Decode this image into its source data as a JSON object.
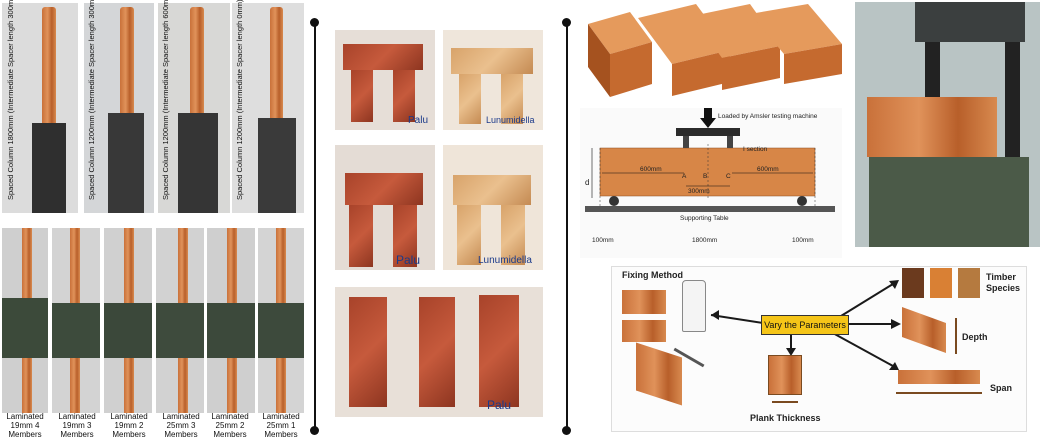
{
  "panel_a": {
    "top_labels": [
      "Spaced Column 1800mm (Intermediate Spacer length 300mm)",
      "Spaced Column 1200mm (Intermediate Spacer length 300mm)",
      "Spaced Column 1200mm (Intermediate Spacer length 600mm)",
      "Spaced Column 1200mm (Intermediate Spacer length 0mm)"
    ],
    "bottom_labels": [
      "Laminated 19mm 4 Members",
      "Laminated 19mm 3 Members",
      "Laminated 19mm 2 Members",
      "Laminated 25mm 3 Members",
      "Laminated 25mm 2 Members",
      "Laminated 25mm 1 Members"
    ]
  },
  "panel_b": {
    "captions": [
      "Palu",
      "Lunumidella",
      "Palu",
      "Lunumidella",
      "Palu"
    ]
  },
  "panel_c": {
    "diagram": {
      "load_label": "Loaded by Amsler testing machine",
      "section_label": "I section",
      "d_label": "d",
      "dim_600_left": "600mm",
      "dim_600_right": "600mm",
      "dim_300": "300mm",
      "point_a": "A",
      "point_b": "B",
      "point_c": "C",
      "support_label": "Supporting Table",
      "dim_100_left": "100mm",
      "dim_1800": "1800mm",
      "dim_100_right": "100mm"
    },
    "params": {
      "center": "Vary the Parameters",
      "fixing": "Fixing Method",
      "species": "Timber Species",
      "depth": "Depth",
      "span": "Span",
      "plank": "Plank Thickness"
    },
    "colors": {
      "center_fill": "#f5c518",
      "arrow": "#1a1a1a"
    }
  }
}
